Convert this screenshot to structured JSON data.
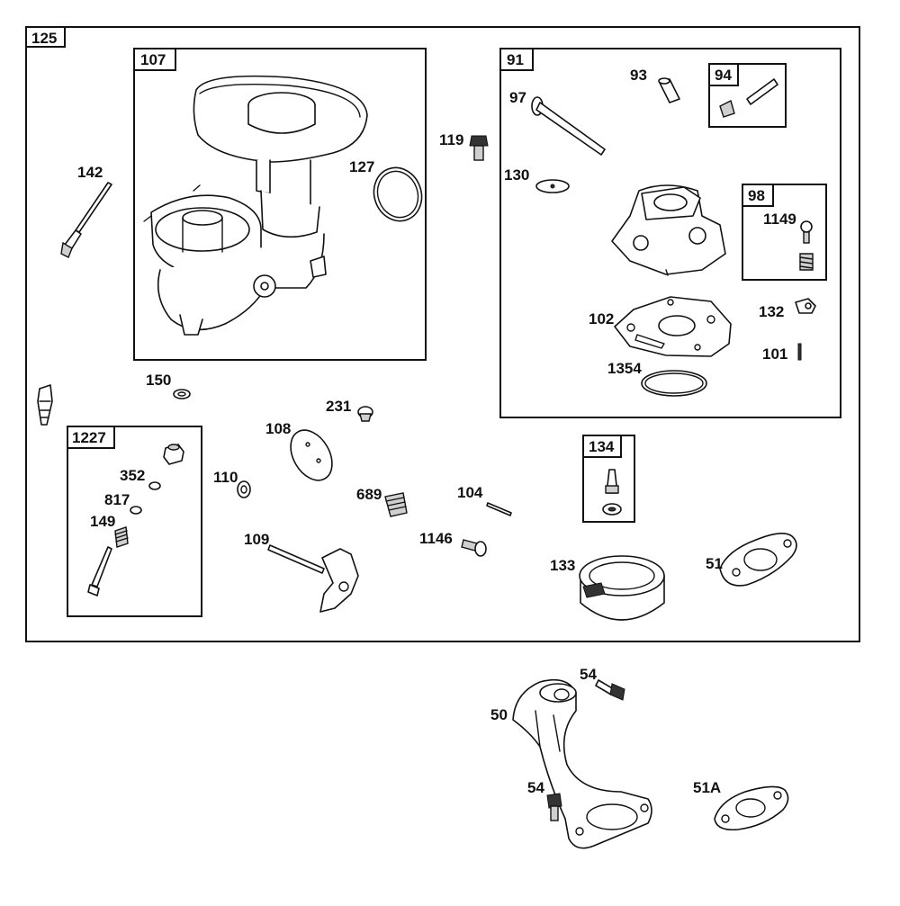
{
  "diagram": {
    "groups": {
      "g125": "125",
      "g107": "107",
      "g91": "91",
      "g94": "94",
      "g98": "98",
      "g1227": "1227",
      "g134": "134"
    },
    "parts": {
      "p142": "142",
      "p127": "127",
      "p119": "119",
      "p97": "97",
      "p93": "93",
      "p130": "130",
      "p1149": "1149",
      "p102": "102",
      "p132": "132",
      "p101": "101",
      "p1354": "1354",
      "p150": "150",
      "p231": "231",
      "p108": "108",
      "p352": "352",
      "p817": "817",
      "p149": "149",
      "p110": "110",
      "p689": "689",
      "p104": "104",
      "p109": "109",
      "p1146": "1146",
      "p133": "133",
      "p51": "51",
      "p54a": "54",
      "p50": "50",
      "p54b": "54",
      "p51A": "51A"
    }
  }
}
